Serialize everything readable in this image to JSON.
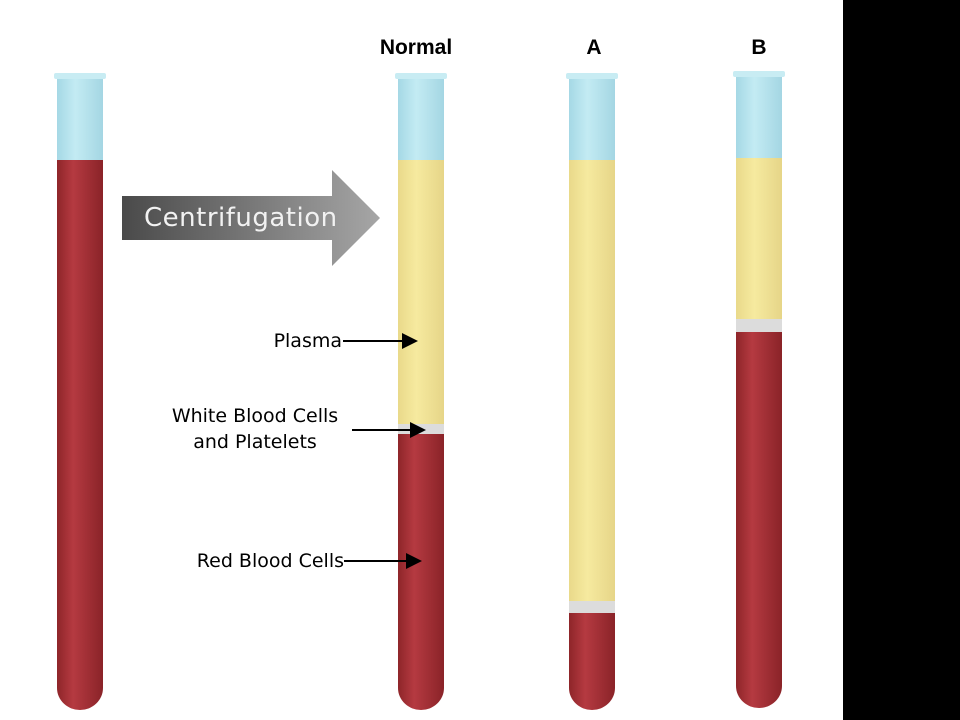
{
  "headings": {
    "normal": "Normal",
    "a": "A",
    "b": "B"
  },
  "arrow": {
    "label": "Centrifugation"
  },
  "labels": {
    "plasma": "Plasma",
    "wbc_line1": "White Blood Cells",
    "wbc_line2": "and Platelets",
    "rbc": "Red Blood Cells"
  },
  "colors": {
    "air": "#b5e3ee",
    "plasma": "#f2e59a",
    "buffy_coat": "#dedede",
    "red_cells": "#a8333a",
    "arrow_dark": "#4f4f4f",
    "arrow_light": "#9a9a9a"
  }
}
